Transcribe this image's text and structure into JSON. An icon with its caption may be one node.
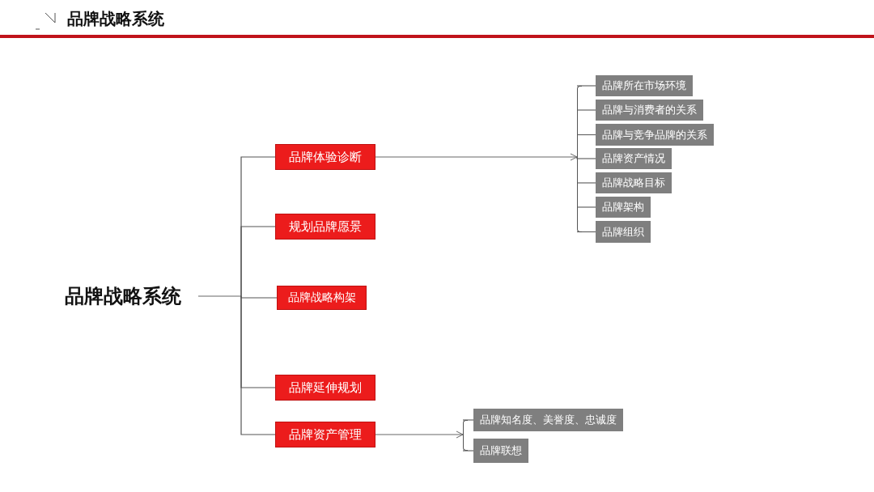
{
  "diagram": {
    "title": "品牌战略系统",
    "nodes": [
      {
        "text": [
          "品牌战略系统"
        ]
      },
      {
        "text": [
          "品牌体验诊断"
        ]
      },
      {
        "text": [
          "规划品牌愿景"
        ]
      },
      {
        "text": [
          "品牌战略构架"
        ]
      },
      {
        "text": [
          "品牌延伸规划"
        ]
      },
      {
        "text": [
          "品牌资产管理"
        ]
      },
      {
        "text": [
          "品牌所在市场环境"
        ]
      },
      {
        "text": [
          "品牌与消费者的关系"
        ]
      },
      {
        "text": [
          "品牌与竞争品牌的关系"
        ]
      },
      {
        "text": [
          "品牌资产情况"
        ]
      },
      {
        "text": [
          "品牌战略目标"
        ]
      },
      {
        "text": [
          "品牌架构"
        ]
      },
      {
        "text": [
          "品牌组织"
        ]
      },
      {
        "text": [
          "品牌知名度、美誉度、忠诚度"
        ]
      },
      {
        "text": [
          "品牌联想"
        ]
      },
      {
        "text": [],
        "shape": "bracket"
      },
      {
        "text": [],
        "shape": "bracket"
      }
    ],
    "edges": [
      {
        "from": 0,
        "to": 1,
        "arrow": "none"
      },
      {
        "from": 0,
        "to": 2,
        "arrow": "none"
      },
      {
        "from": 0,
        "to": 3,
        "arrow": "none"
      },
      {
        "from": 0,
        "to": 4,
        "arrow": "none"
      },
      {
        "from": 0,
        "to": 5,
        "arrow": "none"
      },
      {
        "from": 1,
        "to": 15,
        "arrow": "to"
      },
      {
        "from": 15,
        "to": 6,
        "arrow": "none"
      },
      {
        "from": 15,
        "to": 7,
        "arrow": "none"
      },
      {
        "from": 15,
        "to": 8,
        "arrow": "none"
      },
      {
        "from": 15,
        "to": 9,
        "arrow": "none"
      },
      {
        "from": 15,
        "to": 10,
        "arrow": "none"
      },
      {
        "from": 15,
        "to": 11,
        "arrow": "none"
      },
      {
        "from": 15,
        "to": 12,
        "arrow": "none"
      },
      {
        "from": 5,
        "to": 16,
        "arrow": "to"
      },
      {
        "from": 16,
        "to": 13,
        "arrow": "none"
      },
      {
        "from": 16,
        "to": 14,
        "arrow": "none"
      }
    ]
  }
}
